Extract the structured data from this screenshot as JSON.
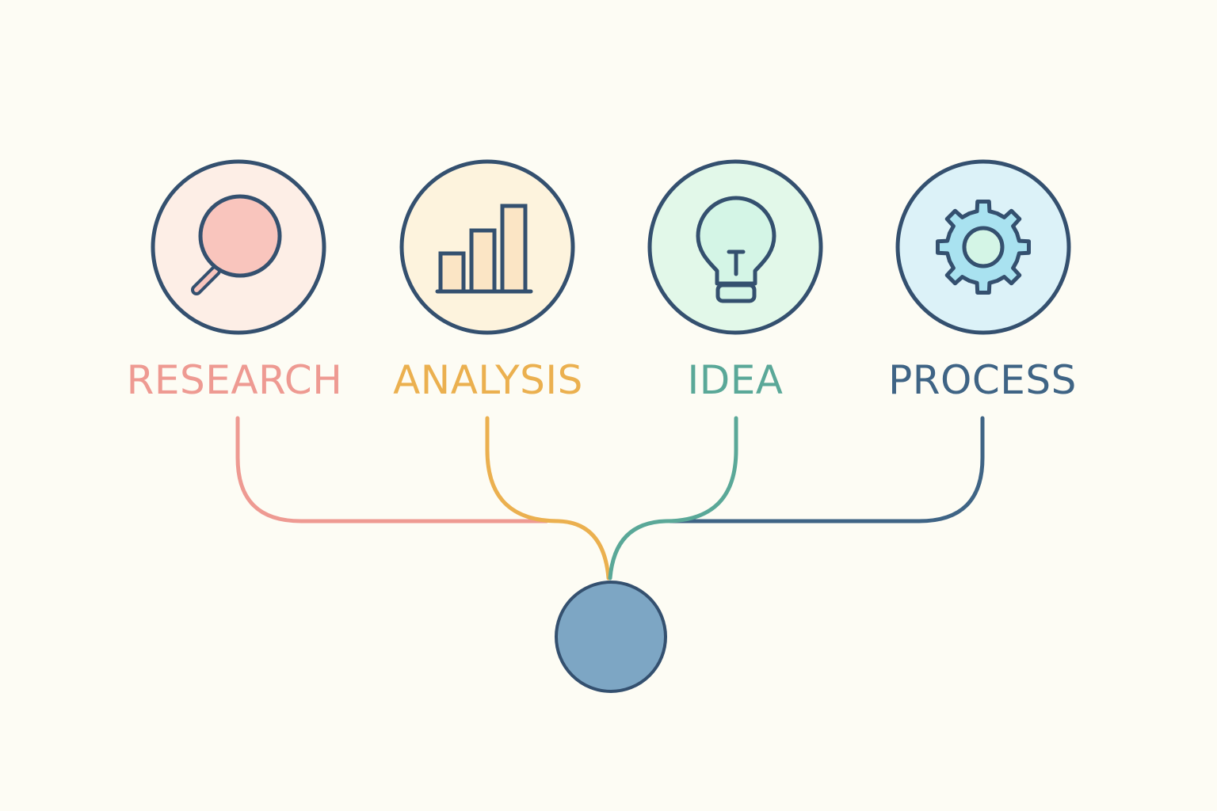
{
  "steps": [
    {
      "label": "RESEARCH",
      "icon": "magnifying-glass-icon",
      "color": "#ee9a92",
      "fill": "#fdeee6",
      "accent": "#f9c5bd"
    },
    {
      "label": "ANALYSIS",
      "icon": "bar-chart-icon",
      "color": "#ebb04f",
      "fill": "#fdf3dd",
      "accent": "#fbe5c5"
    },
    {
      "label": "IDEA",
      "icon": "lightbulb-icon",
      "color": "#5aa898",
      "fill": "#e2f8e9",
      "accent": "#d4f5e6"
    },
    {
      "label": "PROCESS",
      "icon": "gear-icon",
      "color": "#3f6485",
      "fill": "#dcf2f8",
      "accent": "#a9e2f0"
    }
  ],
  "outline_color": "#34506f",
  "hub": {
    "fill": "#7da6c4"
  }
}
